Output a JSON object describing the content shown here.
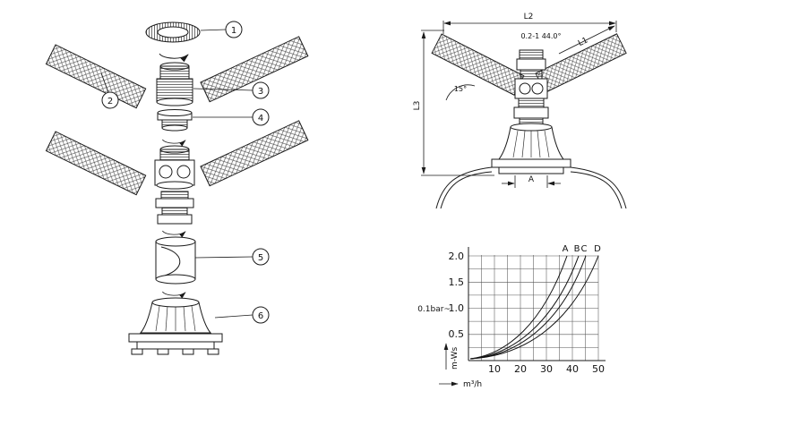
{
  "page": {
    "background": "#ffffff",
    "line_color": "#1a1a1a"
  },
  "exploded_view": {
    "balloon_1": "1",
    "balloon_2": "2",
    "balloon_3": "3",
    "balloon_4": "4",
    "balloon_5": "5",
    "balloon_6": "6"
  },
  "assembled_view": {
    "dim_l2": "L2",
    "dim_l3": "L3",
    "dim_l1": "L1",
    "dim_a": "A",
    "tolerance_note": "0.2-1 44.0°",
    "angle_note": "15°"
  },
  "chart": {
    "ylabel": "m-Ws",
    "xlabel": "m³/h",
    "pressure_note": "0.1bar~",
    "yticks": [
      "0.5",
      "1.0",
      "1.5",
      "2.0"
    ],
    "xticks": [
      "10",
      "20",
      "30",
      "40",
      "50"
    ],
    "curve_labels": [
      "A",
      "B",
      "C",
      "D"
    ]
  },
  "chart_data": {
    "type": "line",
    "title": "",
    "xlabel": "m³/h",
    "ylabel": "m-Ws",
    "xlim": [
      0,
      50
    ],
    "ylim": [
      0,
      2.0
    ],
    "grid": true,
    "legend_position": "top-right-letters",
    "annotation": "0.1bar~ marked at 1.0 m-Ws",
    "series": [
      {
        "name": "A",
        "x": [
          5,
          10,
          20,
          30,
          35,
          39
        ],
        "y": [
          0.05,
          0.12,
          0.4,
          0.95,
          1.4,
          2.0
        ]
      },
      {
        "name": "B",
        "x": [
          5,
          10,
          20,
          30,
          38,
          42
        ],
        "y": [
          0.04,
          0.1,
          0.33,
          0.75,
          1.45,
          2.0
        ]
      },
      {
        "name": "C",
        "x": [
          5,
          10,
          20,
          30,
          40,
          45
        ],
        "y": [
          0.04,
          0.09,
          0.28,
          0.62,
          1.35,
          2.0
        ]
      },
      {
        "name": "D",
        "x": [
          5,
          10,
          20,
          30,
          40,
          49
        ],
        "y": [
          0.03,
          0.07,
          0.22,
          0.5,
          1.1,
          2.0
        ]
      }
    ]
  }
}
